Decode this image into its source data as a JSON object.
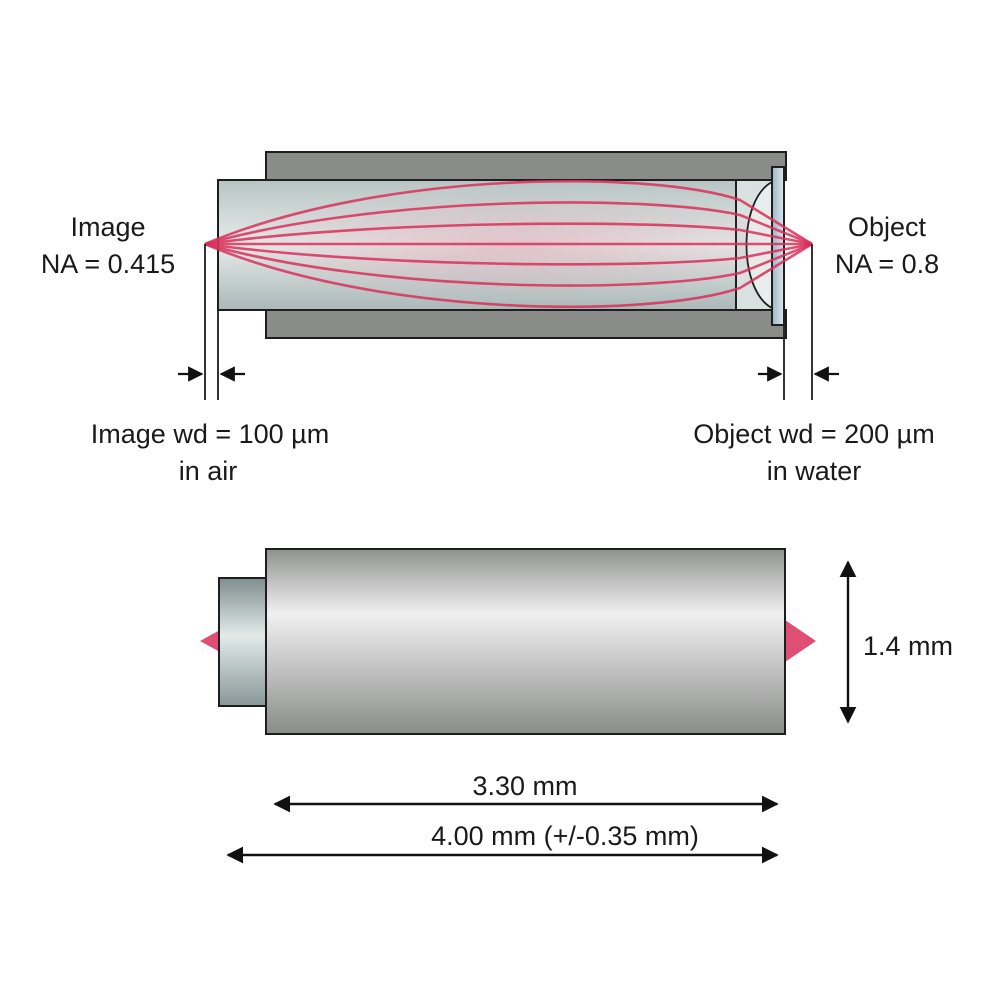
{
  "top_view": {
    "image_label": {
      "line1": "Image",
      "line2": "NA = 0.415"
    },
    "object_label": {
      "line1": "Object",
      "line2": "NA = 0.8"
    },
    "image_wd": {
      "line1": "Image wd = 100 µm",
      "line2": "in air"
    },
    "object_wd": {
      "line1": "Object wd = 200 µm",
      "line2": "in water"
    }
  },
  "side_view": {
    "diameter_label": "1.4 mm",
    "body_length_label": "3.30 mm",
    "total_length_label": "4.00 mm (+/-0.35 mm)"
  },
  "colors": {
    "housing": "#8a8c8a",
    "outline": "#1e1e1e",
    "lens_body": "#c9d4d3",
    "ray": "#d8305a",
    "window": "#b9cdd9"
  }
}
